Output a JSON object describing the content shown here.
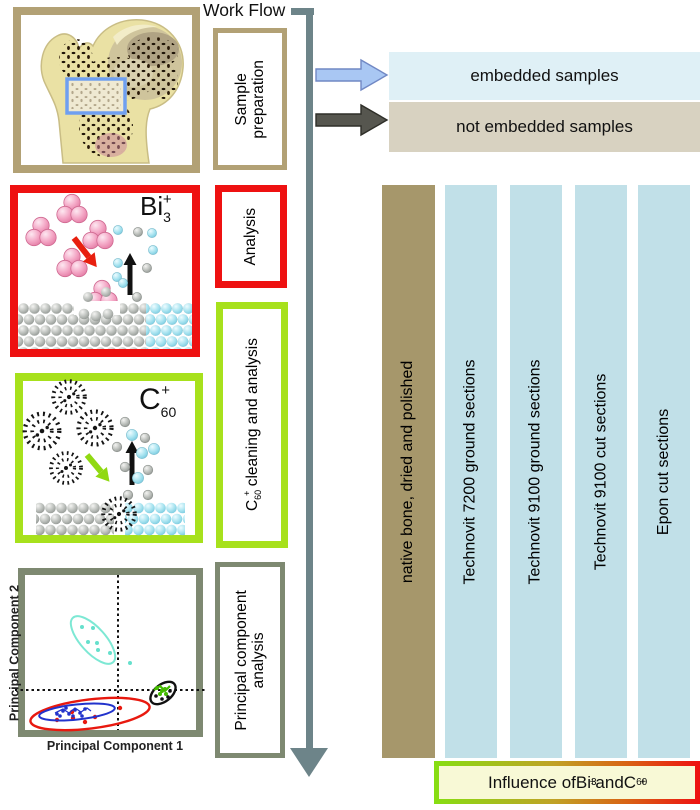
{
  "title": "Work Flow",
  "steps": {
    "sample_preparation": {
      "line1": "Sample",
      "line2": "preparation"
    },
    "analysis": {
      "label": "Analysis"
    },
    "c60_cleaning": {
      "ion_base": "C",
      "ion_sub": "60",
      "ion_sup": "+",
      "rest": " cleaning and analysis"
    },
    "pca": {
      "line1": "Principal component",
      "line2": "analysis"
    }
  },
  "panel_labels": {
    "bi3": {
      "base": "Bi",
      "sub": "3",
      "sup": "+"
    },
    "c60": {
      "base": "C",
      "sub": "60",
      "sup": "+"
    }
  },
  "pca_plot": {
    "xlabel": "Principal Component 1",
    "ylabel": "Principal Component 2",
    "clusters": [
      {
        "name": "cyan-cluster",
        "color": "#7de8d4"
      },
      {
        "name": "red-cluster",
        "color": "#e8190f"
      },
      {
        "name": "blue-cluster",
        "color": "#2233cc"
      },
      {
        "name": "black-cluster",
        "color": "#111111"
      },
      {
        "name": "green-cluster",
        "color": "#44bb00"
      }
    ]
  },
  "branches": {
    "embedded": {
      "label": "embedded samples",
      "arrow_color": "#a9c7f3",
      "bar_color": "#dff0f6"
    },
    "not_embedded": {
      "label": "not embedded samples",
      "arrow_color": "#56564f",
      "bar_color": "#d8d2c1"
    }
  },
  "sample_columns": [
    {
      "label": "native bone, dried and polished",
      "color": "#a6976b"
    },
    {
      "label": "Technovit 7200 ground sections",
      "color": "#c1e0e8"
    },
    {
      "label": "Technovit 9100 ground sections",
      "color": "#c1e0e8"
    },
    {
      "label": "Technovit 9100 cut sections",
      "color": "#c1e0e8"
    },
    {
      "label": "Epon cut sections",
      "color": "#c1e0e8"
    }
  ],
  "influence": {
    "prefix": "Influence of ",
    "ion1": {
      "base": "Bi",
      "sub": "3",
      "sup": "+"
    },
    "middle": " and ",
    "ion2": {
      "base": "C",
      "sub": "60",
      "sup": "+"
    }
  },
  "accent_colors": {
    "tan": "#b2a175",
    "red": "#ee1111",
    "green": "#a7e11c",
    "gray_green": "#7e8971",
    "workflow_arrow": "#6d8489",
    "highlight_rect_blue": "#6f9ff0"
  }
}
